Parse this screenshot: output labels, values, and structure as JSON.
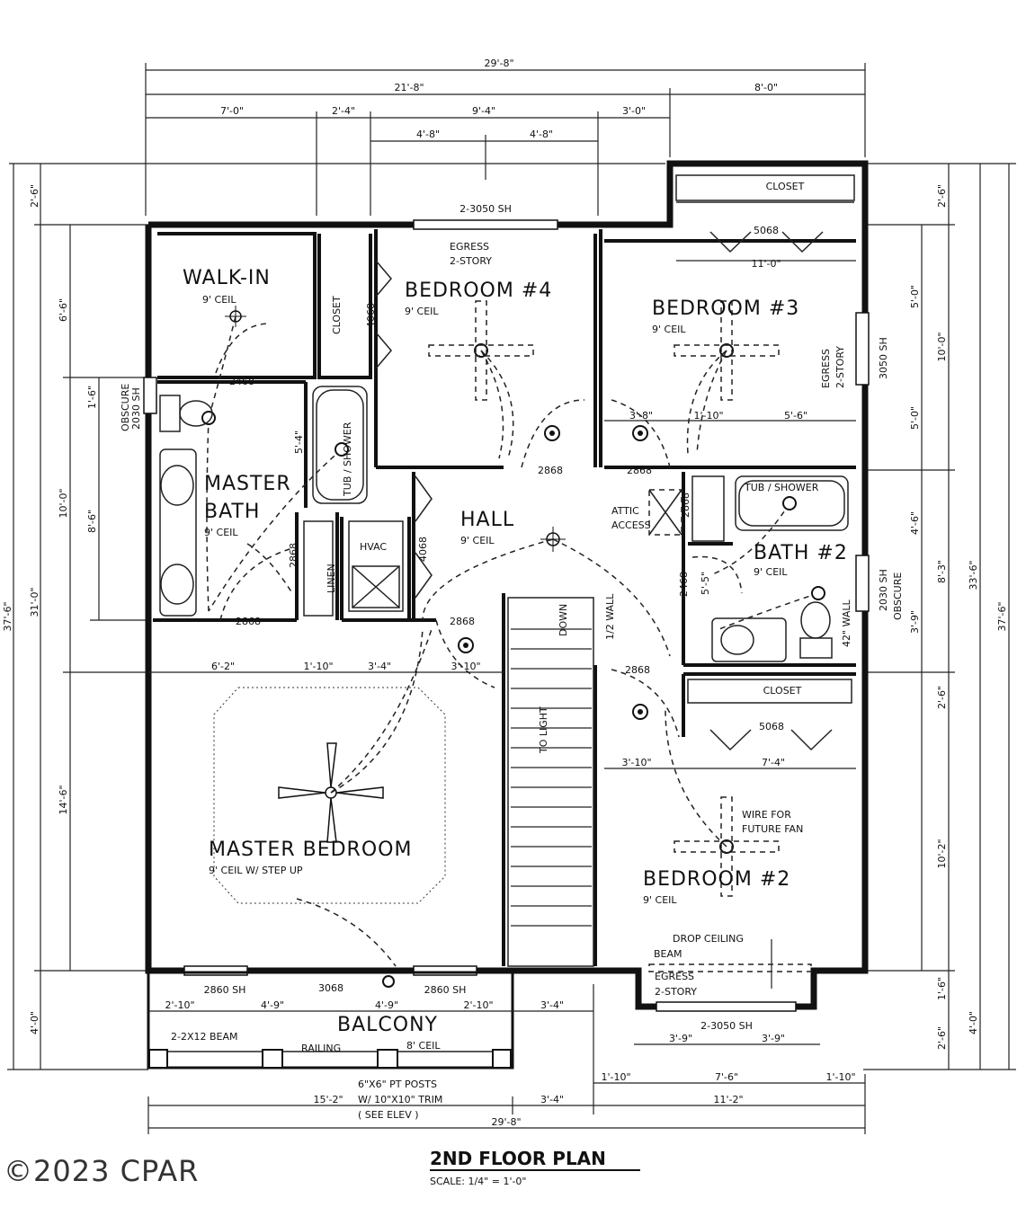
{
  "plan_title": "2ND FLOOR PLAN",
  "scale": "SCALE: 1/4\" = 1'-0\"",
  "copyright": "©2023 CPAR",
  "rooms": {
    "walk_in": "WALK-IN",
    "walk_in_ceil": "9' CEIL",
    "bedroom4": "BEDROOM #4",
    "bedroom4_ceil": "9' CEIL",
    "bedroom3": "BEDROOM #3",
    "bedroom3_ceil": "9' CEIL",
    "master_bath_1": "MASTER",
    "master_bath_2": "BATH",
    "master_bath_ceil": "9' CEIL",
    "hall": "HALL",
    "hall_ceil": "9' CEIL",
    "bath2": "BATH #2",
    "bath2_ceil": "9' CEIL",
    "master_bedroom": "MASTER BEDROOM",
    "master_bedroom_ceil": "9' CEIL W/ STEP UP",
    "bedroom2": "BEDROOM #2",
    "bedroom2_ceil": "9' CEIL",
    "balcony": "BALCONY",
    "balcony_ceil": "8' CEIL"
  },
  "labels": {
    "closet_top": "CLOSET",
    "closet_mid": "CLOSET",
    "closet_vert": "CLOSET",
    "linen": "LINEN",
    "hvac": "HVAC",
    "attic_1": "ATTIC",
    "attic_2": "ACCESS",
    "tub_shower_1": "TUB / SHOWER",
    "tub_shower_2": "TUB / SHOWER",
    "egress_b4_1": "EGRESS",
    "egress_b4_2": "2-STORY",
    "egress_b3_1": "EGRESS",
    "egress_b3_2": "2-STORY",
    "egress_b2_1": "EGRESS",
    "egress_b2_2": "2-STORY",
    "obscure_left_1": "OBSCURE",
    "obscure_left_2": "2030 SH",
    "obscure_right_1": "2030 SH",
    "obscure_right_2": "OBSCURE",
    "win_b3": "3050 SH",
    "win_b4": "2-3050 SH",
    "win_b2": "2-3050 SH",
    "win_bal_l": "2860 SH",
    "win_bal_r": "2860 SH",
    "door_bal": "3068",
    "door_5068_top": "5068",
    "door_5068_mid": "5068",
    "d4068_a": "4068",
    "d4068_b": "4068",
    "d2468_a": "2468",
    "d2468_b": "2468",
    "d2868_a": "2868",
    "d2868_b": "2868",
    "d2868_c": "2868",
    "d2868_d": "2868",
    "d2868_e": "2868",
    "d2868_f": "2868",
    "d2868_g": "2868",
    "half_wall": "1/2 WALL",
    "half_wall2": "42\" WALL",
    "down": "DOWN",
    "to_light": "TO LIGHT",
    "wire_fan_1": "WIRE FOR",
    "wire_fan_2": "FUTURE FAN",
    "drop_ceiling": "DROP CEILING",
    "beam": "BEAM",
    "beam_2x12": "2-2X12 BEAM",
    "railing": "RAILING",
    "posts_1": "6\"X6\" PT POSTS",
    "posts_2": "W/ 10\"X10\" TRIM",
    "posts_3": "( SEE ELEV )"
  },
  "dims_top": {
    "overall": "29'-8\"",
    "a": "21'-8\"",
    "b": "8'-0\"",
    "c1": "7'-0\"",
    "c2": "2'-4\"",
    "c3": "9'-4\"",
    "c4": "3'-0\"",
    "d1": "4'-8\"",
    "d2": "4'-8\"",
    "closet_w": "11'-0\""
  },
  "dims_interior": {
    "b3_a": "3'-8\"",
    "b3_b": "1'-10\"",
    "b3_c": "5'-6\"",
    "mb_a": "6'-2\"",
    "mb_b": "1'-10\"",
    "mb_c": "3'-4\"",
    "mb_d": "3'-10\"",
    "b2_a": "3'-10\"",
    "b2_b": "7'-4\"",
    "bath_a": "5'-4\"",
    "bath_b": "5'-5\""
  },
  "dims_bottom": {
    "bal_a": "2'-10\"",
    "bal_b": "4'-9\"",
    "bal_c": "4'-9\"",
    "bal_d": "2'-10\"",
    "bal_e": "3'-4\"",
    "win_a": "3'-9\"",
    "win_b": "3'-9\"",
    "e1": "1'-10\"",
    "e2": "7'-6\"",
    "e3": "1'-10\"",
    "f1": "15'-2\"",
    "f2": "3'-4\"",
    "f3": "11'-2\"",
    "overall": "29'-8\""
  },
  "dims_left": {
    "overall": "37'-6\"",
    "a": "31'-0\"",
    "top": "2'-6\"",
    "b": "6'-6\"",
    "c": "10'-0\"",
    "d": "14'-6\"",
    "e": "4'-0\"",
    "f": "1'-6\"",
    "g": "8'-6\""
  },
  "dims_right": {
    "overall": "37'-6\"",
    "a": "33'-6\"",
    "top": "2'-6\"",
    "b": "5'-0\"",
    "c": "10'-0\"",
    "d": "5'-0\"",
    "e": "4'-6\"",
    "f": "8'-3\"",
    "g": "3'-9\"",
    "h": "2'-6\"",
    "i": "10'-2\"",
    "j": "1'-6\"",
    "k": "2'-6\"",
    "l": "4'-0\""
  }
}
